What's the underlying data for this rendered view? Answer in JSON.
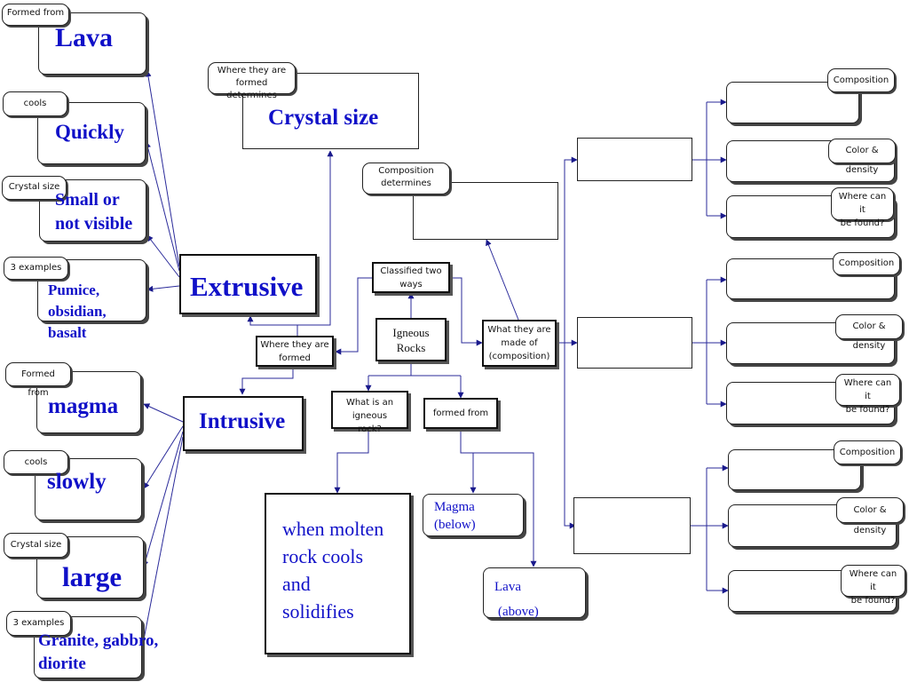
{
  "extrusive": {
    "title": "Extrusive",
    "formed_from_tag": "Formed from",
    "formed_from_value": "Lava",
    "cools_tag": "cools",
    "cools_value": "Quickly",
    "crystal_tag": "Crystal size",
    "crystal_value_1": "Small or",
    "crystal_value_2": "not visible",
    "examples_tag": "3 examples",
    "examples_1": "Pumice,",
    "examples_2": "obsidian,",
    "examples_3": "basalt"
  },
  "intrusive": {
    "title": "Intrusive",
    "formed_from_tag": "Formed from",
    "formed_from_value": "magma",
    "cools_tag": "cools",
    "cools_value": "slowly",
    "crystal_tag": "Crystal size",
    "crystal_value": "large",
    "examples_tag": "3 examples",
    "examples_1": "Granite, gabbro,",
    "examples_2": "diorite"
  },
  "center": {
    "crystal_tag_1": "Where they are",
    "crystal_tag_2": "formed determines",
    "crystal_size": "Crystal size",
    "composition_tag_1": "Composition",
    "composition_tag_2": "determines",
    "classified_1": "Classified two",
    "classified_2": "ways",
    "igneous_1": "Igneous",
    "igneous_2": "Rocks",
    "where_formed_1": "Where they are",
    "where_formed_2": "formed",
    "made_of_1": "What they are",
    "made_of_2": "made of",
    "made_of_3": "(composition)",
    "what_is_1": "What is an igneous",
    "what_is_2": "rock?",
    "formed_from": "formed from",
    "definition_1": "when molten",
    "definition_2": "rock cools",
    "definition_3": "and",
    "definition_4": "solidifies",
    "magma_1": "Magma",
    "magma_2": "(below)",
    "lava_1": "Lava",
    "lava_2": "(above)"
  },
  "right": {
    "composition": "Composition",
    "color_density": "Color & density",
    "where_found_1": "Where can it",
    "where_found_2": "be found?"
  },
  "colors": {
    "label_blue": "#1010c8",
    "arrow_navy": "#1a1a8c"
  }
}
